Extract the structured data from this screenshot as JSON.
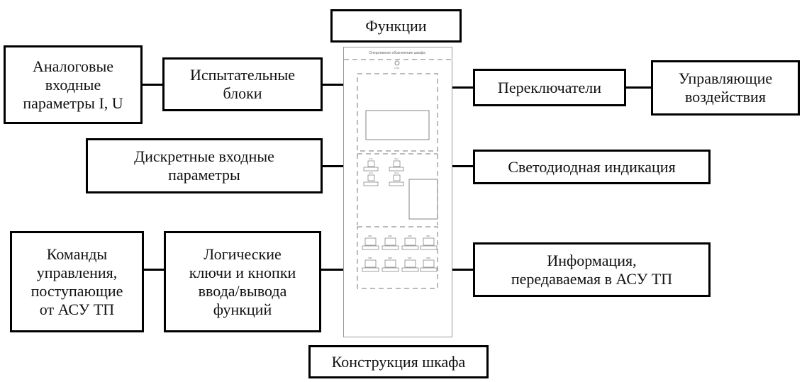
{
  "diagram": {
    "top_label": "Функции",
    "bottom_label": "Конструкция шкафа",
    "left_boxes": {
      "analog_inputs": "Аналоговые\nвходные\nпараметры I, U",
      "test_blocks": "Испытательные\nблоки",
      "discrete_inputs": "Дискретные входные\nпараметры",
      "control_commands": "Команды\nуправления,\nпоступающие\nот АСУ ТП",
      "logic_keys": "Логические\nключи и кнопки\nввода/вывода\nфункций"
    },
    "right_boxes": {
      "switches": "Переключатели",
      "control_actions": "Управляющие\nвоздействия",
      "led_indication": "Светодиодная индикация",
      "info_to_scada": "Информация,\nпередаваемая в АСУ ТП"
    },
    "cabinet": {
      "header_text": "Оперативное обозначение шкафа",
      "indicator_label": "HL01",
      "switch_labels": [
        "SA1",
        "SA2",
        "SA3",
        "SA4"
      ],
      "button_labels": [
        "SB1",
        "SB2",
        "SB3",
        "SB4",
        "SB5",
        "SB6",
        "SB7",
        "SB8"
      ]
    }
  }
}
